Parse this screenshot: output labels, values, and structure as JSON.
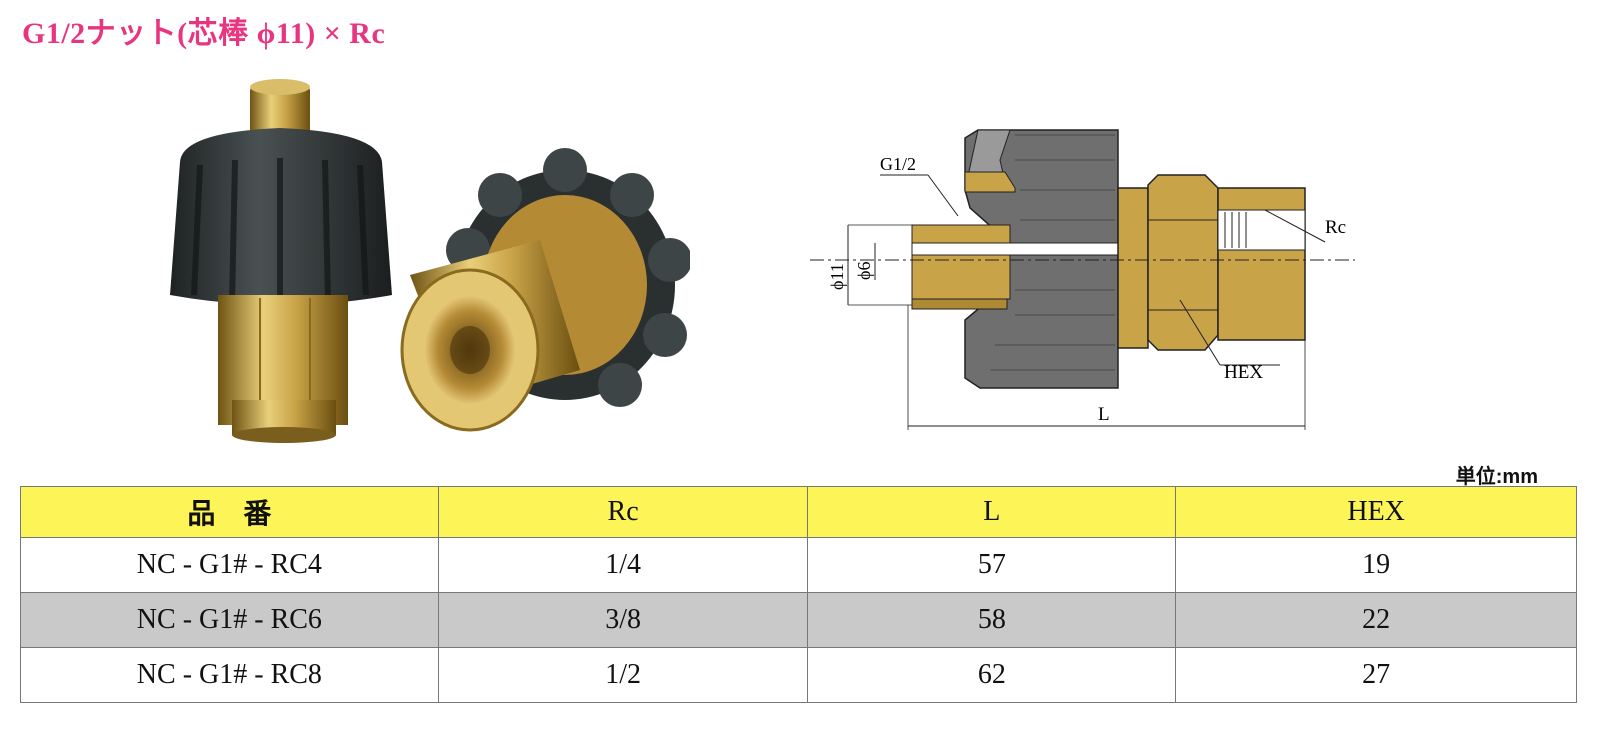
{
  "title": "G1/2ナット(芯棒 ϕ11) × Rc",
  "colors": {
    "title": "#e8357f",
    "header_bg": "#fdf457",
    "row_shade": "#c9c9c9",
    "brass": "#c9a348",
    "rubber": "#6f6f6f"
  },
  "drawing": {
    "label_g12": "G1/2",
    "label_rc": "Rc",
    "label_phi11": "ϕ11",
    "label_phi6": "ϕ6",
    "label_hex": "HEX",
    "label_l": "L"
  },
  "unit": "単位:mm",
  "table": {
    "headers": [
      "品　番",
      "Rc",
      "L",
      "HEX"
    ],
    "rows": [
      [
        "NC - G1# - RC4",
        "1/4",
        "57",
        "19"
      ],
      [
        "NC - G1# - RC6",
        "3/8",
        "58",
        "22"
      ],
      [
        "NC - G1# - RC8",
        "1/2",
        "62",
        "27"
      ]
    ]
  }
}
